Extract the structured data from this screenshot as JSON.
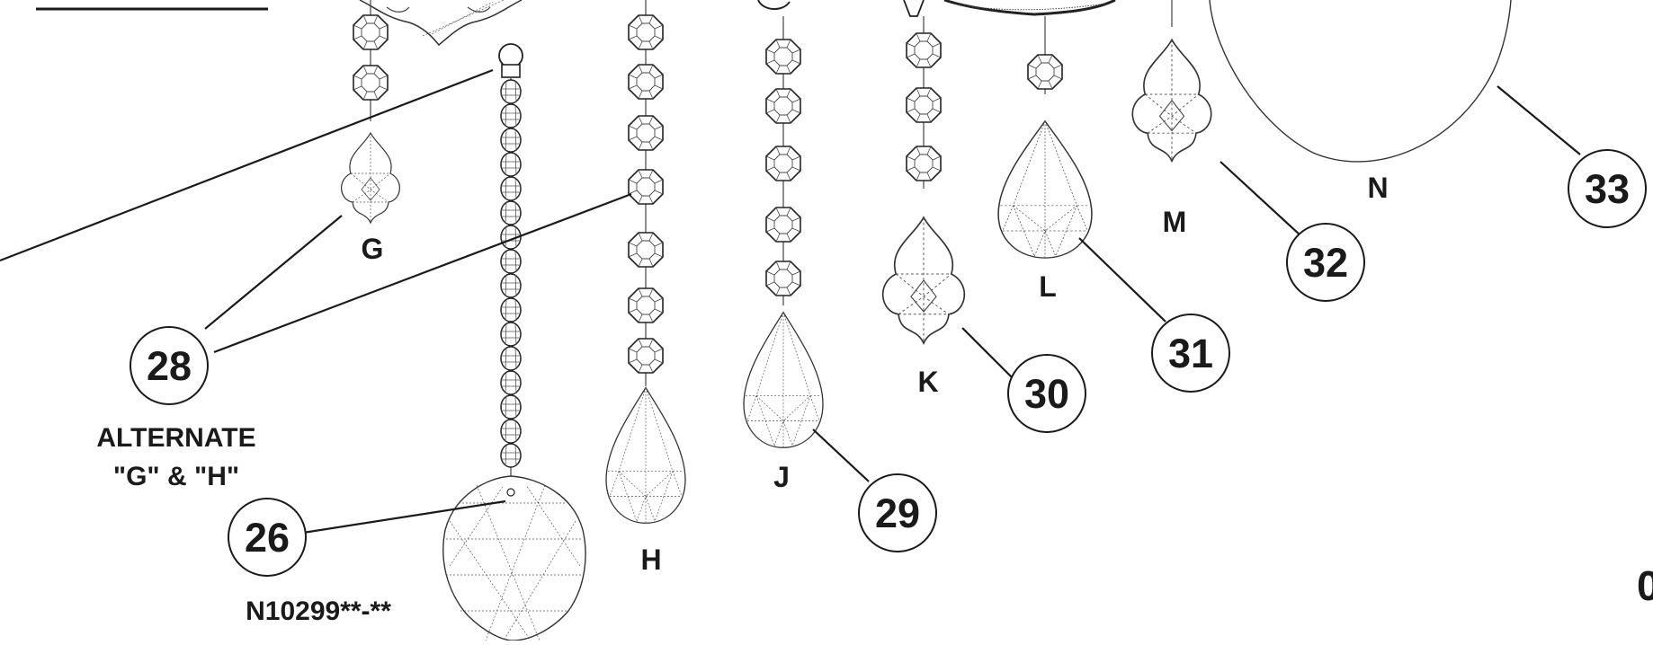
{
  "callouts": {
    "c26": "26",
    "c28": "28",
    "c29": "29",
    "c30": "30",
    "c31": "31",
    "c32": "32",
    "c33": "33"
  },
  "letters": {
    "g": "G",
    "h": "H",
    "j": "J",
    "k": "K",
    "l": "L",
    "m": "M",
    "n": "N"
  },
  "captions": {
    "alternate_line1": "ALTERNATE",
    "alternate_line2": "\"G\" & \"H\"",
    "part_number": "N10299**-**"
  },
  "edge_fragment": "0"
}
